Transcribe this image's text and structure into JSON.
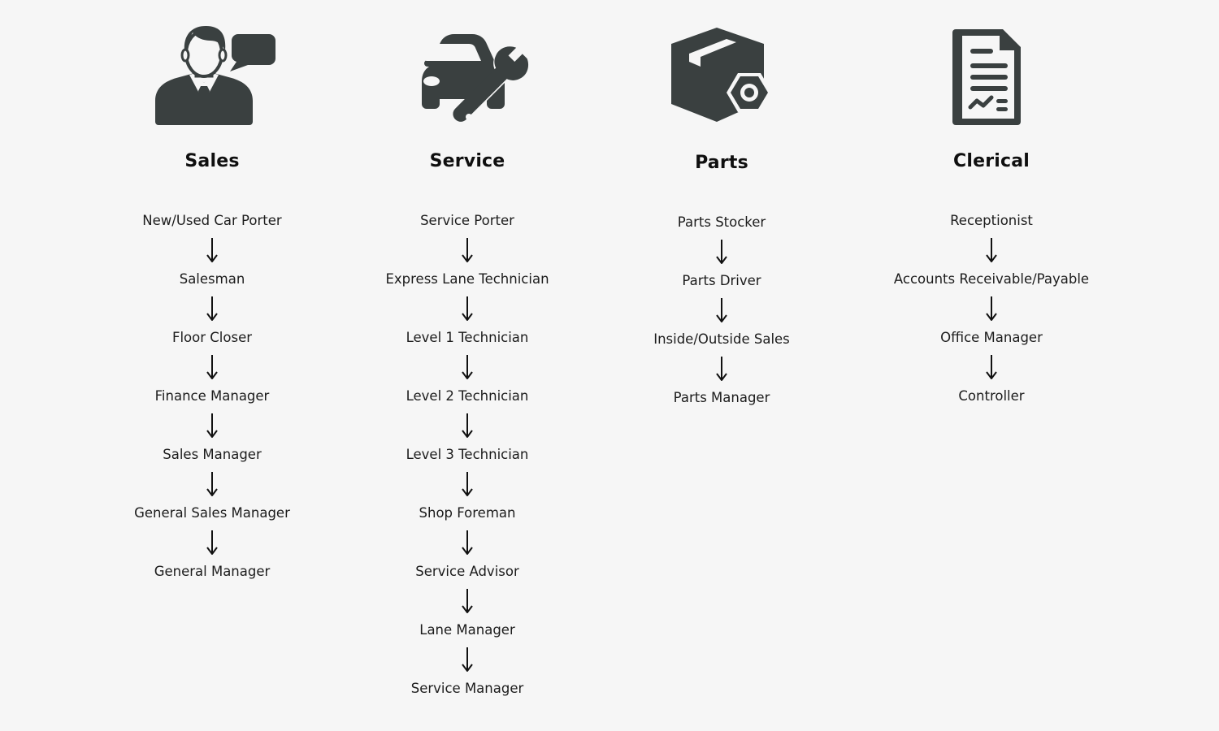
{
  "colors": {
    "background": "#f6f6f6",
    "icon": "#3a4040",
    "text": "#1c1c1c",
    "arrow": "#111111"
  },
  "columns": [
    {
      "title": "Sales",
      "icon": "salesperson-icon",
      "steps": [
        "New/Used Car Porter",
        "Salesman",
        "Floor Closer",
        "Finance Manager",
        "Sales Manager",
        "General Sales Manager",
        "General Manager"
      ]
    },
    {
      "title": "Service",
      "icon": "car-wrench-icon",
      "steps": [
        "Service Porter",
        "Express Lane Technician",
        "Level 1 Technician",
        "Level 2 Technician",
        "Level 3 Technician",
        "Shop Foreman",
        "Service Advisor",
        "Lane Manager",
        "Service Manager"
      ]
    },
    {
      "title": "Parts",
      "icon": "parts-box-icon",
      "steps": [
        "Parts Stocker",
        "Parts Driver",
        "Inside/Outside Sales",
        "Parts Manager"
      ]
    },
    {
      "title": "Clerical",
      "icon": "document-icon",
      "steps": [
        "Receptionist",
        "Accounts Receivable/Payable",
        "Office Manager",
        "Controller"
      ]
    }
  ]
}
